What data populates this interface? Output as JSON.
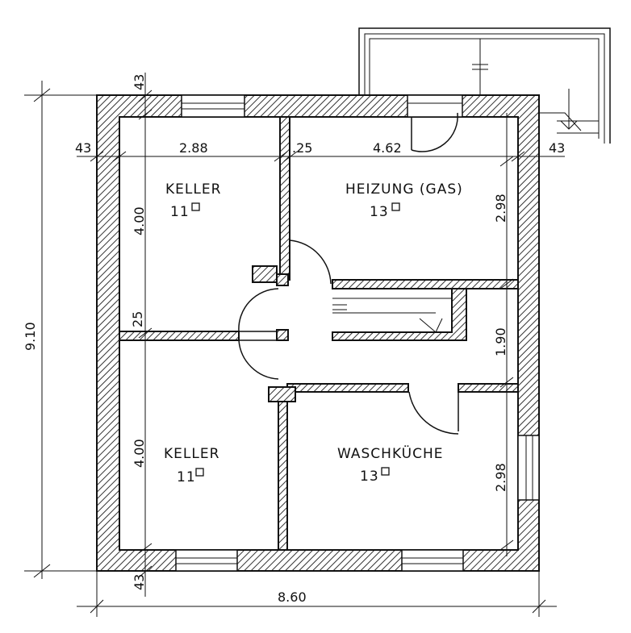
{
  "rooms": {
    "keller_top": {
      "name": "KELLER",
      "area": "11"
    },
    "heizung": {
      "name": "HEIZUNG (GAS)",
      "area": "13"
    },
    "keller_bottom": {
      "name": "KELLER",
      "area": "11"
    },
    "waschkueche": {
      "name": "WASCHKÜCHE",
      "area": "13"
    }
  },
  "dimensions": {
    "total_width": "8.60",
    "total_height": "9.10",
    "wall_top_left": "43",
    "wall_left": "43",
    "wall_right": "43",
    "wall_bottom": "43",
    "keller_width": "2.88",
    "inner_wall": ".25",
    "heizung_width": "4.62",
    "keller_top_height": "4.00",
    "keller_bottom_height": "4.00",
    "mid_wall": "25",
    "heizung_height": "2.98",
    "hall_height": "1.90",
    "wasch_height": "2.98"
  }
}
